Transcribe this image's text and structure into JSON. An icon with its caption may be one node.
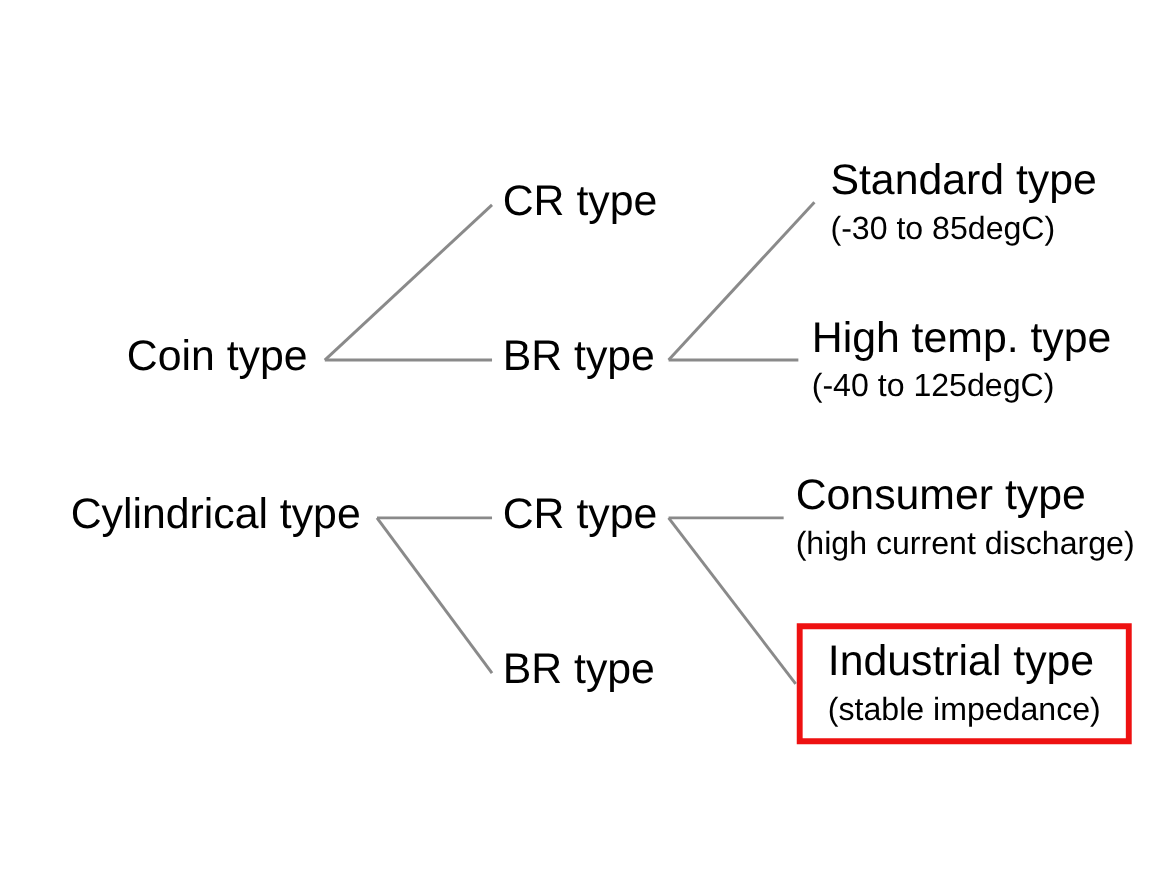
{
  "diagram": {
    "nodes": [
      {
        "text": [
          "Coin type"
        ]
      },
      {
        "text": [
          "CR type"
        ]
      },
      {
        "text": [
          "BR type"
        ]
      },
      {
        "text": [
          "Standard type",
          "(-30 to 85degC)"
        ]
      },
      {
        "text": [
          "High temp. type",
          "(-40 to 125degC)"
        ]
      },
      {
        "text": [
          "Cylindrical type"
        ]
      },
      {
        "text": [
          "CR type"
        ]
      },
      {
        "text": [
          "BR type"
        ]
      },
      {
        "text": [
          "Consumer type",
          "(high current discharge)"
        ]
      },
      {
        "text": [
          "Industrial type",
          "(stable impedance)"
        ]
      }
    ],
    "edges": [
      {
        "from": 0,
        "to": 1,
        "arrow": "none"
      },
      {
        "from": 0,
        "to": 2,
        "arrow": "none"
      },
      {
        "from": 2,
        "to": 3,
        "arrow": "none"
      },
      {
        "from": 2,
        "to": 4,
        "arrow": "none"
      },
      {
        "from": 5,
        "to": 6,
        "arrow": "none"
      },
      {
        "from": 5,
        "to": 7,
        "arrow": "none"
      },
      {
        "from": 6,
        "to": 8,
        "arrow": "none"
      },
      {
        "from": 6,
        "to": 9,
        "arrow": "none"
      }
    ]
  }
}
